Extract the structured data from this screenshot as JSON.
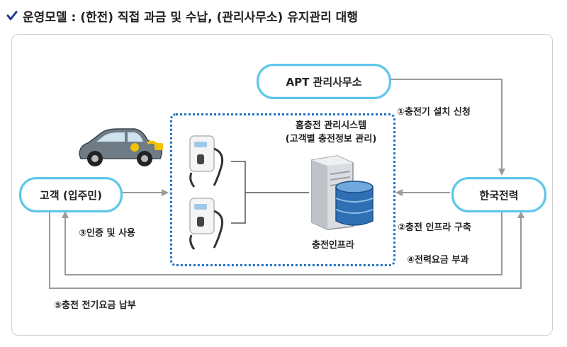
{
  "header": {
    "title": "운영모델 : (한전) 직접 과금 및 수납, (관리사무소) 유지관리 대행",
    "check_icon": "check-icon",
    "accent_color": "#1a3a8f"
  },
  "nodes": {
    "apt_office": "APT 관리사무소",
    "customer": "고객 (입주민)",
    "kepco": "한국전력"
  },
  "system": {
    "title_line1": "홈충전 관리시스템",
    "title_line2": "(고객별 충전정보 관리)",
    "infra_label": "충전인프라"
  },
  "steps": {
    "step1": "①충전기 설치 신청",
    "step2": "②충전 인프라 구축",
    "step3": "③인증 및 사용",
    "step4": "④전력요금 부과",
    "step5": "⑤충전 전기요금 납부"
  },
  "colors": {
    "pill_border": "#5cc6e8",
    "dotted_border": "#1f6fc2",
    "arrow": "#9a9a9a"
  },
  "icons": [
    "car-icon",
    "charger-icon",
    "server-icon",
    "database-icon"
  ]
}
